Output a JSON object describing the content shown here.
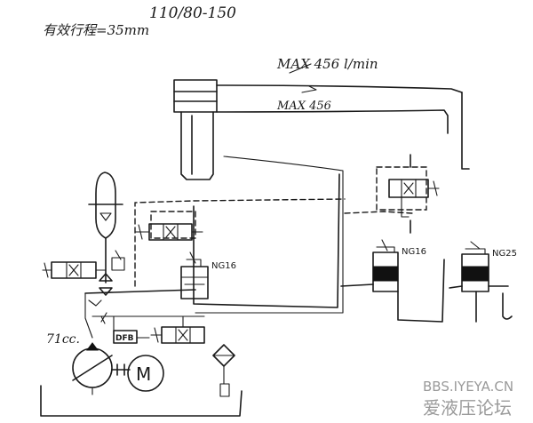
{
  "header": {
    "stroke_note": "有效行程=35mm",
    "cylinder_sizes": "110/80-150"
  },
  "flow_notes": {
    "max_flow": "MAX 456 l/min",
    "max_flow_sub": "MAX 456"
  },
  "pump": {
    "displacement": "71cc.",
    "motor_symbol": "M"
  },
  "valves": {
    "cartridge_left_size": "NG16",
    "cartridge_mid_size": "NG16",
    "cartridge_right_size": "NG25",
    "relief_label": "DFB"
  },
  "watermark": {
    "site": "BBS.IYEYA.CN",
    "name": "爱液压论坛"
  },
  "colors": {
    "ink": "#1a1a1a",
    "watermark": "#9a9a9a"
  }
}
